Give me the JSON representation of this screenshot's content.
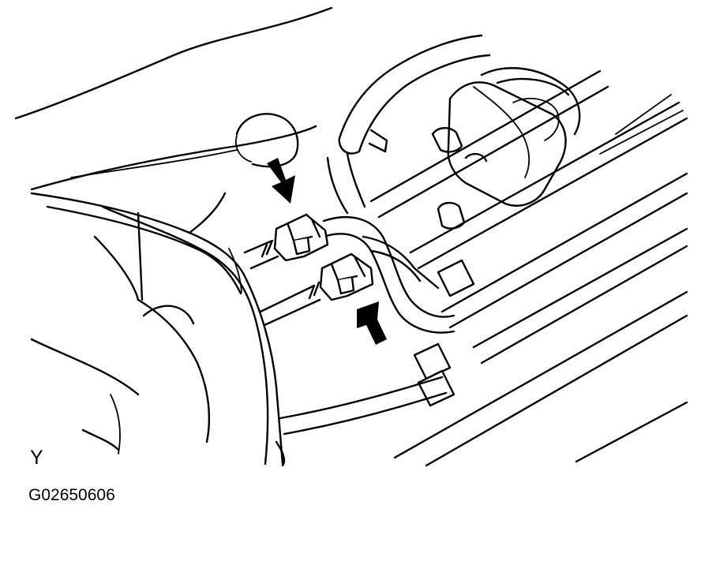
{
  "figure": {
    "corner_letter": "Y",
    "code": "G02650606"
  },
  "colors": {
    "ink": "#000000",
    "paper": "#ffffff"
  },
  "callouts": [
    {
      "name": "down-arrow-icon",
      "points_to": "upper-connector"
    },
    {
      "name": "up-arrow-icon",
      "points_to": "lower-connector"
    }
  ]
}
